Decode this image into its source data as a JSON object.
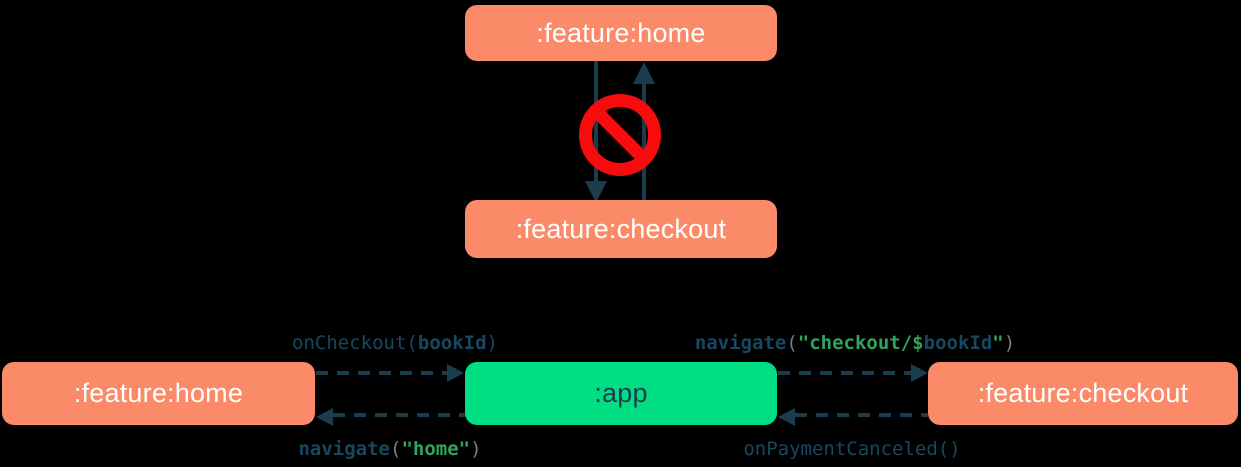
{
  "colors": {
    "bg": "#000000",
    "coral": "#FB8A69",
    "green": "#00DE84",
    "navy": "#1B3B4E",
    "codeNavy": "#17485F",
    "codeGreen": "#2FA35F",
    "codeGray": "#7A7E80",
    "red": "#F60C0C",
    "white": "#FFFFFF"
  },
  "top_diagram": {
    "home_box": ":feature:home",
    "checkout_box": ":feature:checkout",
    "forbidden": true,
    "icon": "no-entry-icon",
    "edges": [
      {
        "from": ":feature:home",
        "to": ":feature:checkout",
        "style": "solid"
      },
      {
        "from": ":feature:checkout",
        "to": ":feature:home",
        "style": "solid"
      }
    ]
  },
  "bottom_diagram": {
    "home_box": ":feature:home",
    "app_box": ":app",
    "checkout_box": ":feature:checkout",
    "edges": {
      "on_checkout": {
        "from": ":feature:home",
        "to": ":app",
        "style": "dashed",
        "parts": [
          {
            "t": "onCheckout(",
            "s": "navy"
          },
          {
            "t": "bookId",
            "s": "navy",
            "b": true
          },
          {
            "t": ")",
            "s": "navy"
          }
        ]
      },
      "navigate_checkout": {
        "from": ":app",
        "to": ":feature:checkout",
        "style": "dashed",
        "parts": [
          {
            "t": "navigate",
            "s": "navy",
            "b": true
          },
          {
            "t": "(",
            "s": "gray"
          },
          {
            "t": "\"checkout/$",
            "s": "green",
            "b": true
          },
          {
            "t": "bookId",
            "s": "navy",
            "b": true
          },
          {
            "t": "\"",
            "s": "green",
            "b": true
          },
          {
            "t": ")",
            "s": "gray"
          }
        ]
      },
      "navigate_home": {
        "from": ":app",
        "to": ":feature:home",
        "style": "dashed",
        "parts": [
          {
            "t": "navigate",
            "s": "navy",
            "b": true
          },
          {
            "t": "(",
            "s": "gray"
          },
          {
            "t": "\"home\"",
            "s": "green",
            "b": true
          },
          {
            "t": ")",
            "s": "gray"
          }
        ]
      },
      "on_payment_canceled": {
        "from": ":feature:checkout",
        "to": ":app",
        "style": "dashed",
        "parts": [
          {
            "t": "onPaymentCanceled()",
            "s": "navy"
          }
        ]
      }
    }
  }
}
